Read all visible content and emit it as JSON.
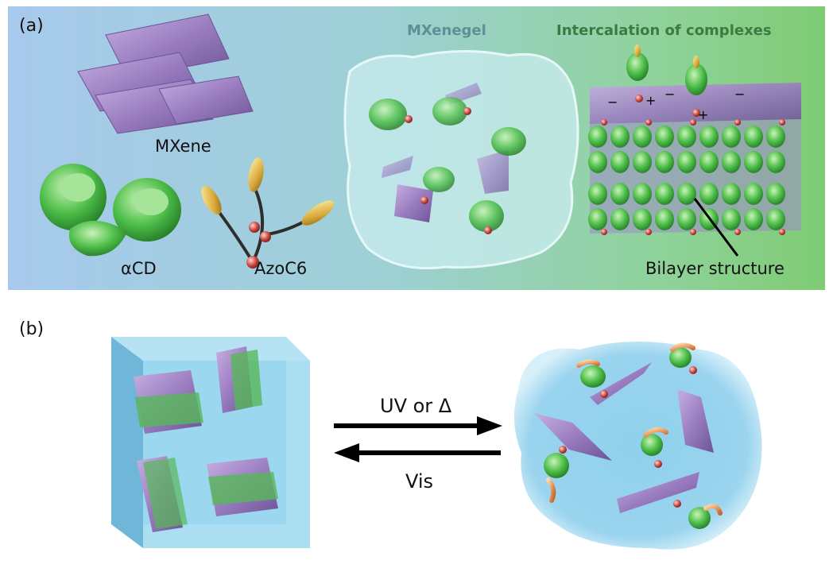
{
  "panel_a": {
    "tag": "(a)",
    "labels": {
      "mxene": "MXene",
      "alpha_cd": "αCD",
      "azoc6": "AzoC6",
      "mxenegel": "MXenegel",
      "intercalation": "Intercalation of complexes",
      "bilayer": "Bilayer structure"
    },
    "charges": [
      "−",
      "+",
      "−",
      "+",
      "−"
    ]
  },
  "panel_b": {
    "tag": "(b)",
    "forward_label": "UV or Δ",
    "reverse_label": "Vis"
  },
  "colors": {
    "mxene_sheet": "#a98bc9",
    "cyclodextrin": "#4fbf4a",
    "azo_tail": "#d9a93a",
    "azo_head": "#c9463f",
    "gel": "#bfe6ea",
    "solution": "#8fd0ec",
    "arrow": "#000000"
  }
}
